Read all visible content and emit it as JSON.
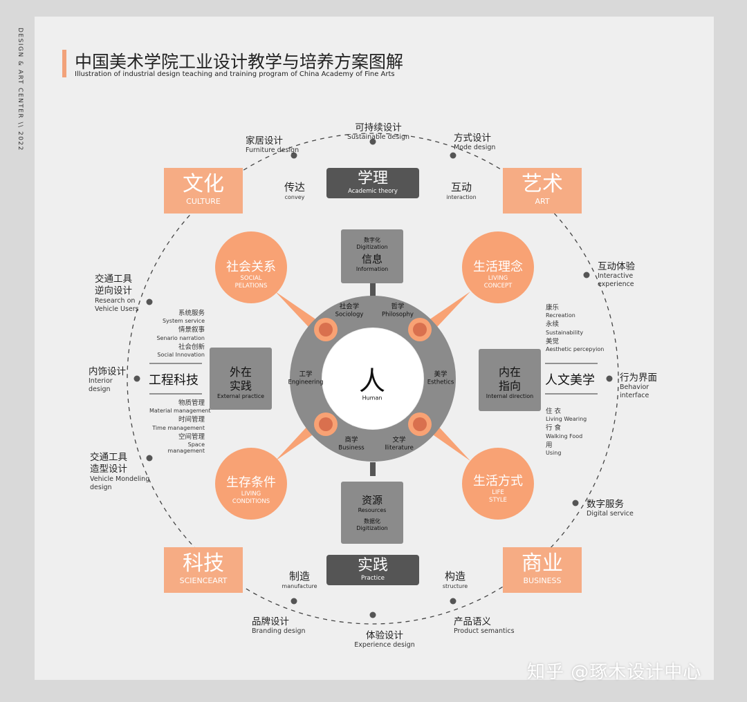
{
  "side_label": "DESIGN & ART CENTER \\\\ 2022",
  "title": {
    "zh": "中国美术学院工业设计教学与培养方案图解",
    "en": "Illustration of industrial design teaching and training program of China Academy of Fine Arts"
  },
  "corners": {
    "culture": {
      "zh": "文化",
      "en": "CULTURE"
    },
    "art": {
      "zh": "艺术",
      "en": "ART"
    },
    "science": {
      "zh": "科技",
      "en": "SCIENCEART"
    },
    "business": {
      "zh": "商业",
      "en": "BUSINESS"
    }
  },
  "axes": {
    "theory": {
      "zh": "学理",
      "en": "Academic theory"
    },
    "practice": {
      "zh": "实践",
      "en": "Practice"
    }
  },
  "connectors": {
    "convey": {
      "zh": "传达",
      "en": "convey"
    },
    "interaction": {
      "zh": "互动",
      "en": "interaction"
    },
    "manufacture": {
      "zh": "制造",
      "en": "manufacture"
    },
    "structure": {
      "zh": "构造",
      "en": "structure"
    }
  },
  "ring_items": {
    "sustainable": {
      "zh": "可持续设计",
      "en": "Sustainable design"
    },
    "furniture": {
      "zh": "家居设计",
      "en": "Furniture design"
    },
    "mode": {
      "zh": "方式设计",
      "en": "Mode design"
    },
    "interactive_exp": {
      "zh": "互动体验",
      "en": "Interactive experience"
    },
    "behavior": {
      "zh": "行为界面",
      "en": "Behavior interface"
    },
    "digital_service": {
      "zh": "数字服务",
      "en": "Digital service"
    },
    "product_semantics": {
      "zh": "产品语义",
      "en": "Product semantics"
    },
    "experience": {
      "zh": "体验设计",
      "en": "Experience design"
    },
    "branding": {
      "zh": "品牌设计",
      "en": "Branding design"
    },
    "vehicle_modeling": {
      "zh": "交通工具造型设计",
      "en": "Vehicle Mondeling design"
    },
    "interior": {
      "zh": "内饰设计",
      "en": "Interior design"
    },
    "vehicle_research": {
      "zh": "交通工具逆向设计",
      "en": "Research on Vehicle Users"
    }
  },
  "petals": {
    "social": {
      "zh": "社会关系",
      "en": "SOCIAL PELATIONS"
    },
    "living_concept": {
      "zh": "生活理念",
      "en": "LIVING CONCEPT"
    },
    "survival": {
      "zh": "生存条件",
      "en": "LIVING CONDITIONS"
    },
    "lifestyle": {
      "zh": "生活方式",
      "en": "LIFE STYLE"
    }
  },
  "gray_boxes": {
    "info": {
      "sub_zh": "数字化",
      "sub_en": "Digitization",
      "zh": "信息",
      "en": "Information"
    },
    "resources": {
      "zh": "资源",
      "en": "Resources",
      "sub_zh": "数据化",
      "sub_en": "Digitization"
    },
    "external": {
      "zh": "外在实践",
      "en": "External practice"
    },
    "internal": {
      "zh": "内在指向",
      "en": "Internal direction"
    }
  },
  "center": {
    "zh": "人",
    "en": "Human"
  },
  "disciplines": {
    "sociology": {
      "zh": "社会学",
      "en": "Sociology"
    },
    "philosophy": {
      "zh": "哲学",
      "en": "Philosophy"
    },
    "engineering": {
      "zh": "工学",
      "en": "Engineering"
    },
    "esthetics": {
      "zh": "美学",
      "en": "Esthetics"
    },
    "business": {
      "zh": "商学",
      "en": "Business"
    },
    "literature": {
      "zh": "文学",
      "en": "lliterature"
    }
  },
  "engineering_tech": {
    "title": "工程科技",
    "top": [
      {
        "zh": "系统服务",
        "en": "System service"
      },
      {
        "zh": "情景叙事",
        "en": "Senario narration"
      },
      {
        "zh": "社会创新",
        "en": "Social Innovation"
      }
    ],
    "bottom": [
      {
        "zh": "物质管理",
        "en": "Material management"
      },
      {
        "zh": "时间管理",
        "en": "Time management"
      },
      {
        "zh": "空间管理",
        "en": "Space management"
      }
    ]
  },
  "humanities": {
    "title": "人文美学",
    "top": [
      {
        "zh": "康乐",
        "en": "Recreation"
      },
      {
        "zh": "永续",
        "en": "Sustainability"
      },
      {
        "zh": "美觉",
        "en": "Aesthetic percepyion"
      }
    ],
    "bottom": [
      {
        "zh": "住 衣",
        "en": "Living Wearing"
      },
      {
        "zh": "行 食",
        "en": "Walking Food"
      },
      {
        "zh": "用",
        "en": "Using"
      }
    ]
  },
  "watermark": "知乎 @琢木设计中心",
  "colors": {
    "orange": "#f6ac84",
    "petal": "#f8a274",
    "dark": "#555555",
    "gray": "#8b8b8b",
    "background": "#efefef"
  }
}
